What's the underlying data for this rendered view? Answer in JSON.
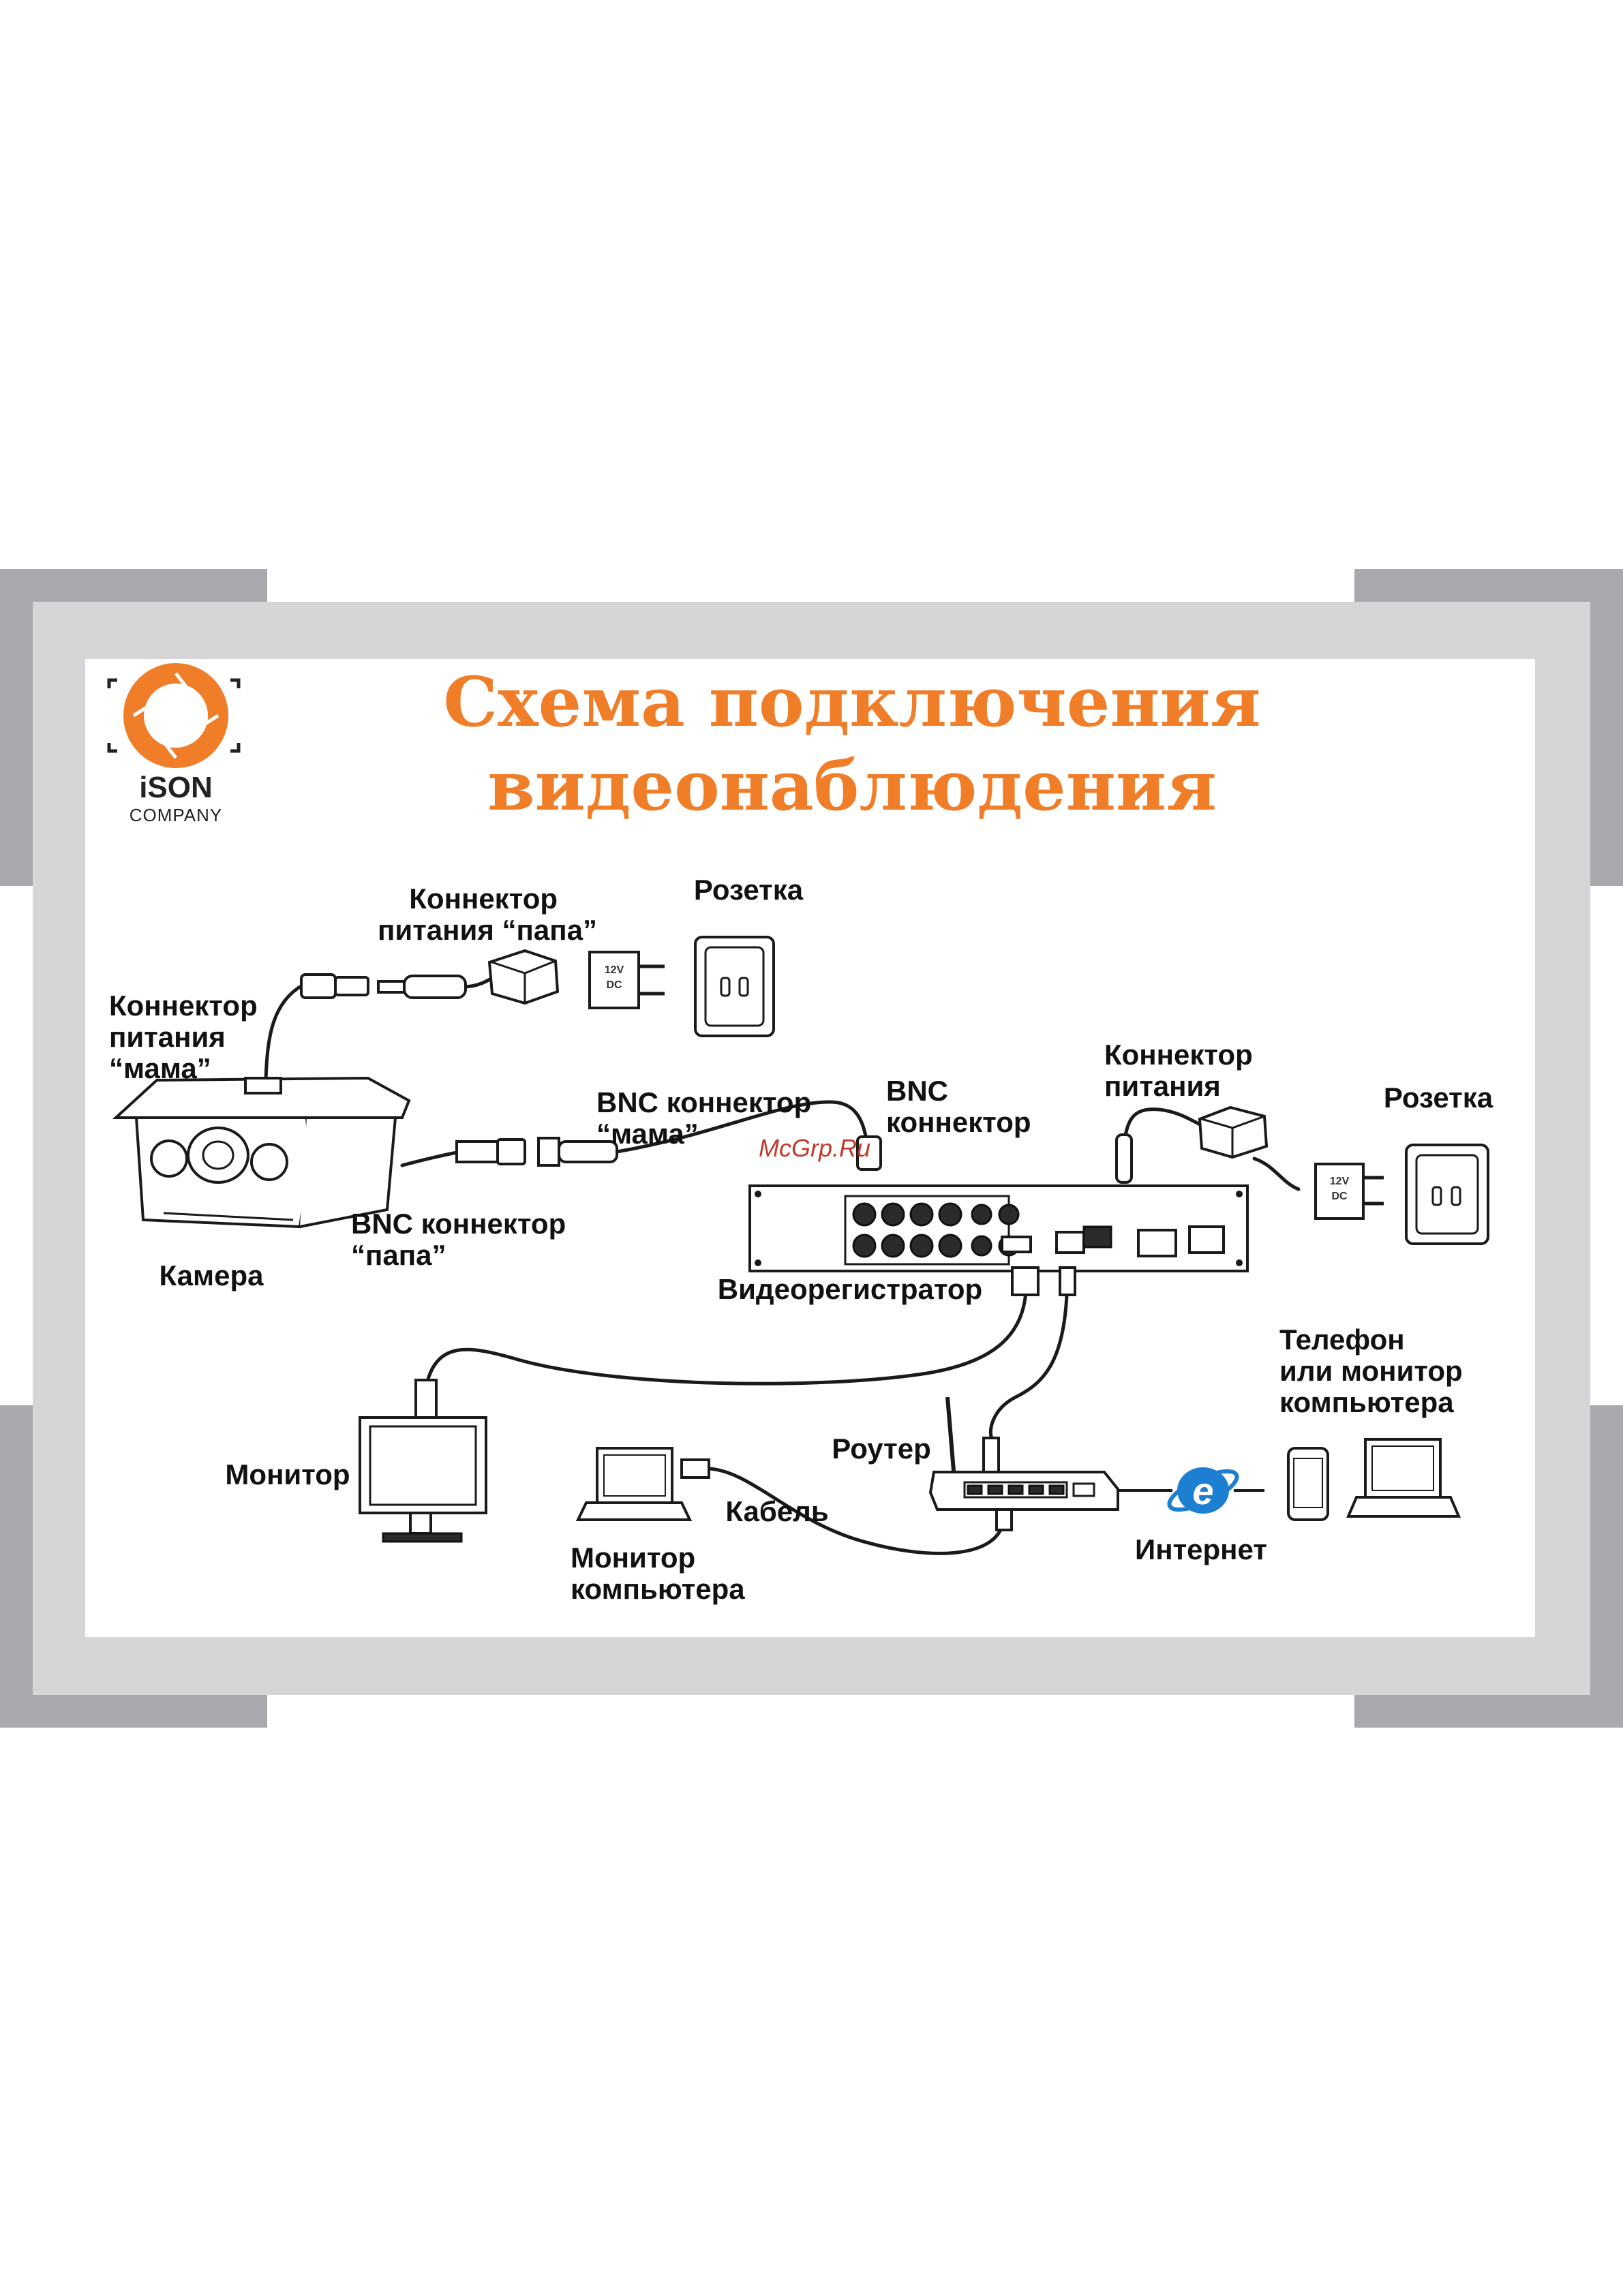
{
  "colors": {
    "accent": "#f07d28",
    "frame_dark": "#a9a9ad",
    "frame_light": "#d6d6d8",
    "watermark": "#c0392b"
  },
  "logo": {
    "name": "iSON",
    "sub": "COMPANY"
  },
  "title": {
    "line1": "Схема подключения",
    "line2": "видеонаблюдения"
  },
  "watermark": "McGrp.Ru",
  "labels": {
    "connector_power_mama": [
      "Коннектор",
      "питания",
      "“мама”"
    ],
    "connector_power_papa": [
      "Коннектор",
      "питания “папа”"
    ],
    "socket_1": "Розетка",
    "socket_2": "Розетка",
    "bnc_mama": [
      "BNC коннектор",
      "“мама”"
    ],
    "bnc_connector": [
      "BNC",
      "коннектор"
    ],
    "connector_power": [
      "Коннектор",
      "питания"
    ],
    "bnc_papa": [
      "BNC коннектор",
      "“папа”"
    ],
    "camera": "Камера",
    "dvr": "Видеорегистратор",
    "phone_monitor": [
      "Телефон",
      "или монитор",
      "компьютера"
    ],
    "router": "Роутер",
    "monitor": "Монитор",
    "cable": "Кабель",
    "pc_monitor": [
      "Монитор",
      "компьютера"
    ],
    "internet": "Интернет"
  },
  "adapter": {
    "voltage": "12V",
    "type": "DC"
  },
  "icons": {
    "internet": "internet-explorer-icon",
    "phone": "smartphone-icon",
    "laptop": "laptop-icon"
  }
}
